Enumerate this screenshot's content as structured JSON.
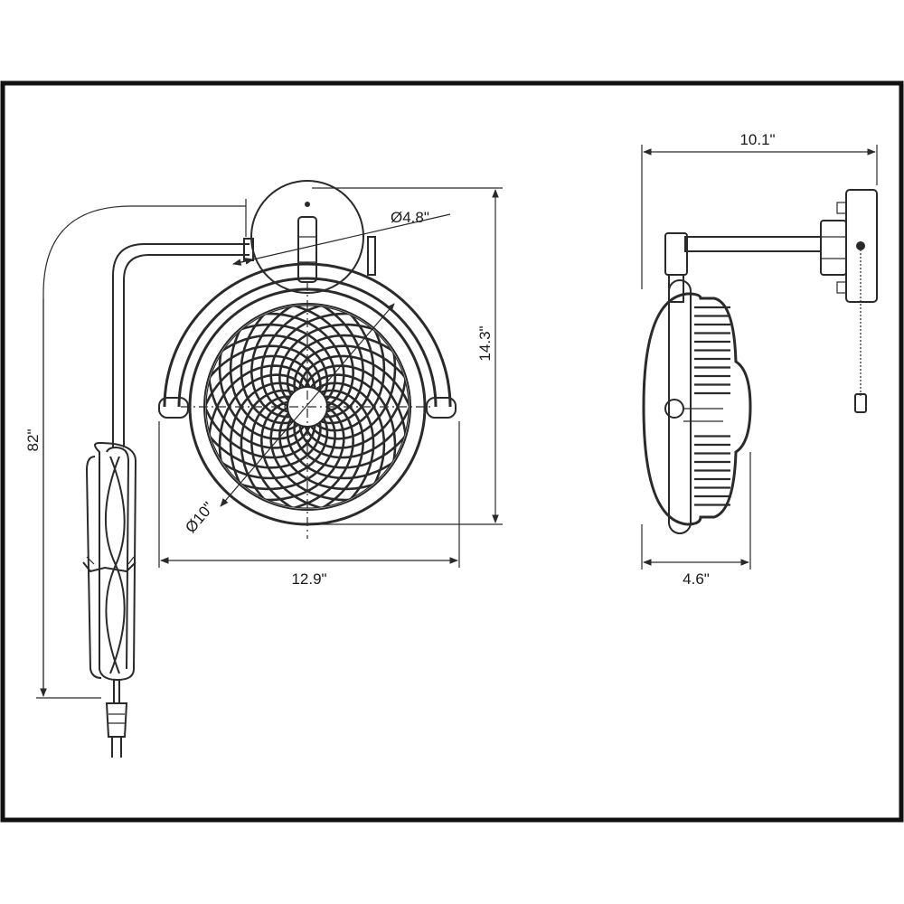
{
  "dimensions": {
    "cord_length": "82\"",
    "mount_diameter": "Ø4.8\"",
    "height": "14.3\"",
    "grille_diameter": "Ø10\"",
    "front_width": "12.9\"",
    "side_depth": "10.1\"",
    "side_width": "4.6\""
  },
  "colors": {
    "line": "#2a2a2a",
    "background": "#ffffff",
    "frame": "#111111"
  }
}
